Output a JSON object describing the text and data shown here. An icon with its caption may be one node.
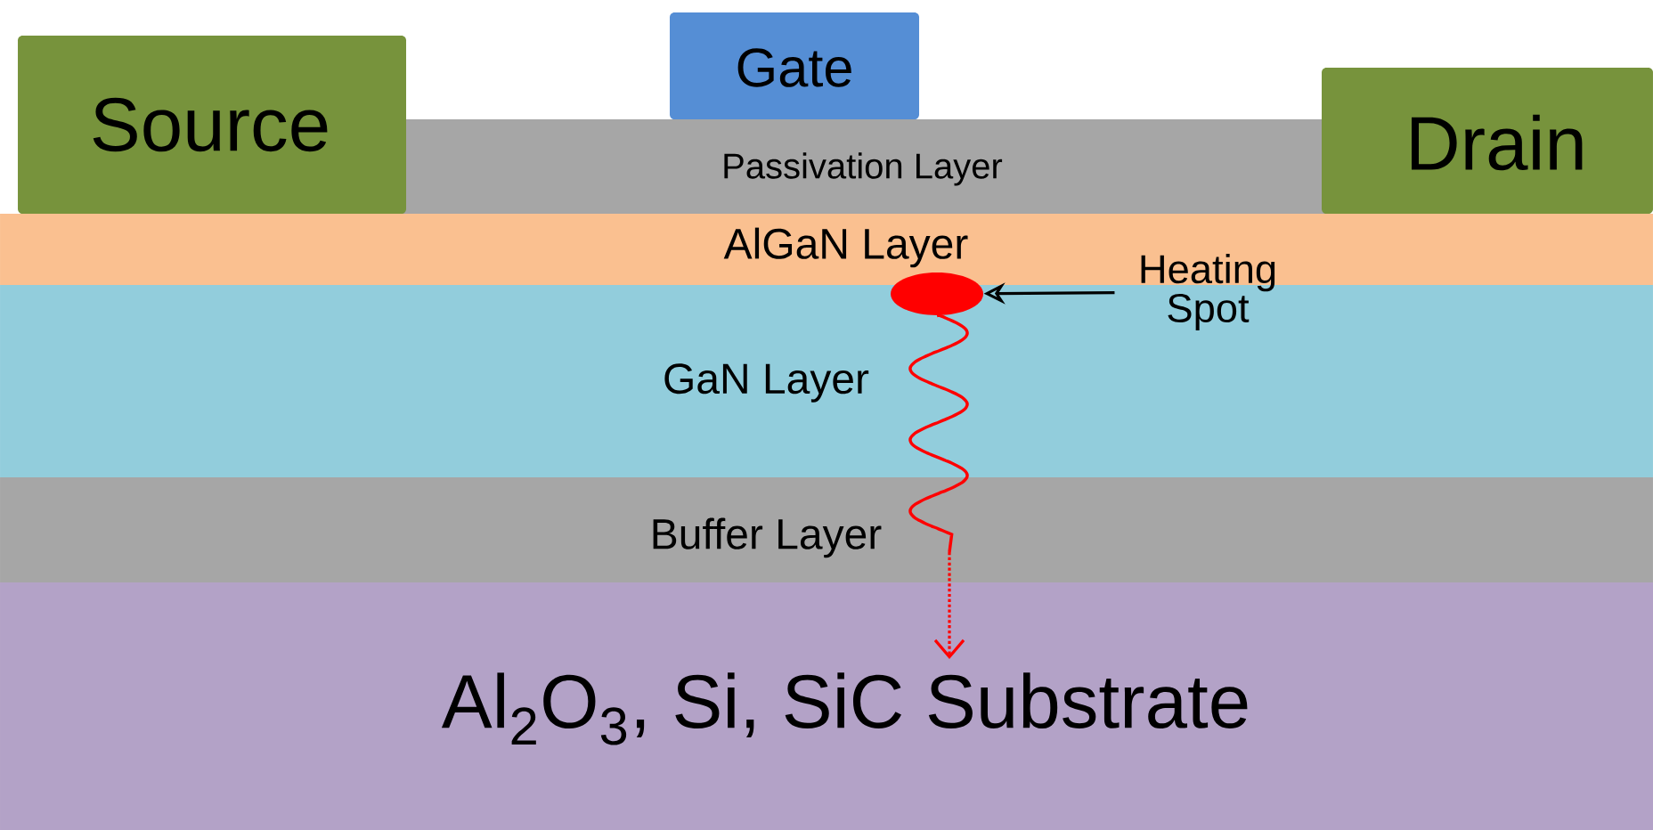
{
  "diagram": {
    "nodes": [
      {
        "text": [
          "Source"
        ]
      },
      {
        "text": [
          "Gate"
        ]
      },
      {
        "text": [
          "Passivation Layer"
        ]
      },
      {
        "text": [
          "Drain"
        ]
      },
      {
        "text": [
          "AlGaN Layer"
        ]
      },
      {
        "text": [
          "Heating Spot"
        ]
      },
      {
        "text": [],
        "shape": "ellipse"
      },
      {
        "text": [
          "GaN Layer"
        ]
      },
      {
        "text": [
          "Buffer Layer"
        ]
      },
      {
        "text": [
          "Al$_{2}$O$_{3}$, Si, SiC Substrate"
        ]
      }
    ],
    "edges": [
      {
        "from": 5,
        "to": 6,
        "arrow": "to"
      },
      {
        "from": 6,
        "to": 9,
        "arrow": "to",
        "color": "#ff0000"
      }
    ]
  }
}
